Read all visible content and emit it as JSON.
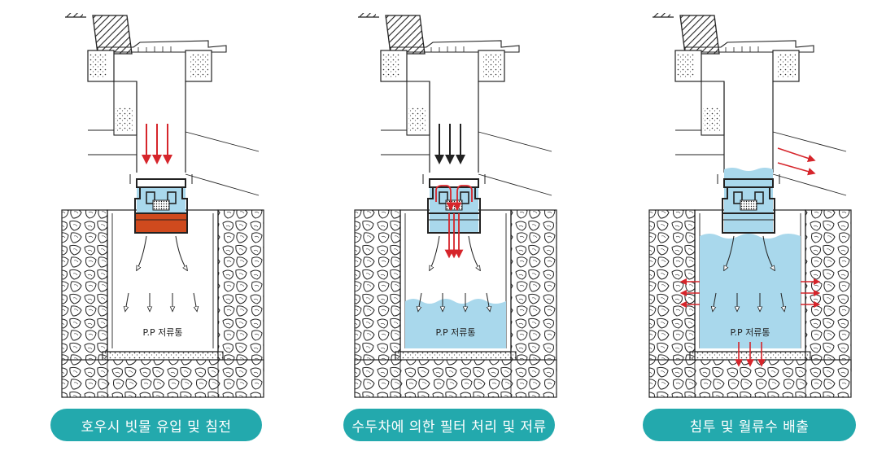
{
  "colors": {
    "water": "#a9d8ec",
    "water_edge": "#6fb6d6",
    "sediment": "#cf4a1e",
    "flow_arrow": "#d6252b",
    "caption_bg": "#23a9ad",
    "line": "#222222"
  },
  "panels": [
    {
      "tank_label": "P.P 저류통",
      "caption": "호우시 빗물 유입 및 침전",
      "state": "inflow-sediment"
    },
    {
      "tank_label": "P.P 저류통",
      "caption": "수두차에 의한 필터 처리 및 저류",
      "state": "filter-storage"
    },
    {
      "tank_label": "P.P 저류통",
      "caption": "침투 및 월류수 배출",
      "state": "infiltration-overflow"
    }
  ]
}
